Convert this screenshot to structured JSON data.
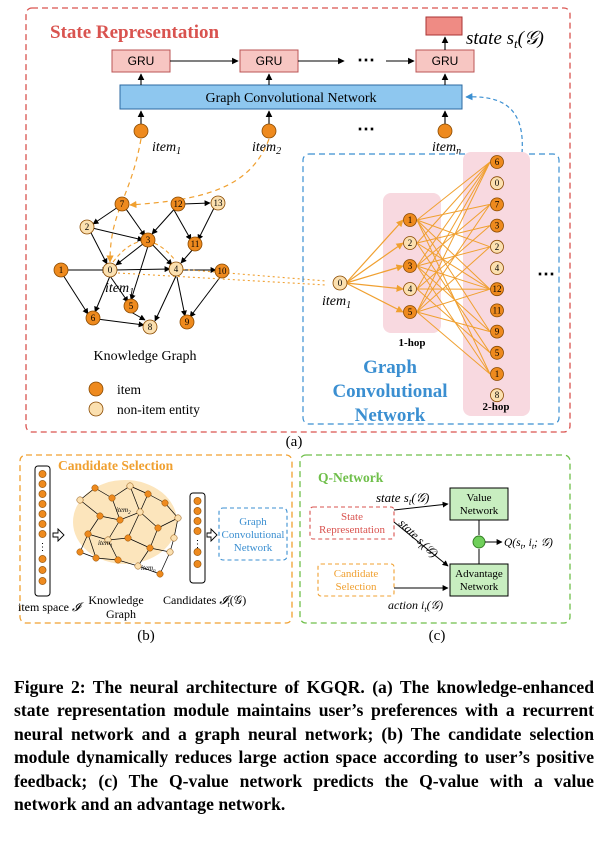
{
  "panel_a": {
    "title": "State Representation",
    "gru_label": "GRU",
    "gcn_label": "Graph Convolutional Network",
    "state_label": "state s",
    "state_sub": "t",
    "state_paren": "(𝒢)",
    "ellipsis": "⋯",
    "item_label": "item",
    "item_sub_1": "1",
    "item_sub_2": "2",
    "item_sub_n": "n",
    "kg_label": "Knowledge Graph",
    "legend_item": "item",
    "legend_entity": "non-item entity",
    "gcn_big_1": "Graph",
    "gcn_big_2": "Convolutional",
    "gcn_big_3": "Network",
    "hop1": "1-hop",
    "hop2": "2-hop",
    "panel_letter": "(a)",
    "kg_nodes": [
      "1",
      "0",
      "2",
      "7",
      "3",
      "5",
      "6",
      "8",
      "12",
      "13",
      "11",
      "4",
      "10",
      "9"
    ],
    "hop1_nodes": [
      "1",
      "2",
      "3",
      "4",
      "5"
    ],
    "hop2_nodes": [
      "6",
      "0",
      "7",
      "3",
      "2",
      "4",
      "12",
      "11",
      "9",
      "5",
      "1",
      "8"
    ]
  },
  "panel_b": {
    "title": "Candidate Selection",
    "item_space": "item space ",
    "item_space_sym": "𝓘",
    "kg_1": "Knowledge",
    "kg_2": "Graph",
    "candidates": "Candidates ",
    "candidates_sym": "𝓘",
    "candidates_sub": "t",
    "candidates_paren": "(𝒢)",
    "gcn_1": "Graph",
    "gcn_2": "Convolutional",
    "gcn_3": "Network",
    "item_1": "item",
    "item_2": "item",
    "item_3": "item",
    "panel_letter": "(b)"
  },
  "panel_c": {
    "title": "Q-Network",
    "state_top": "state s",
    "state_top_sub": "t",
    "state_top_paren": "(𝒢)",
    "state_rep_1": "State",
    "state_rep_2": "Representation",
    "cand_1": "Candidate",
    "cand_2": "Selection",
    "value_1": "Value",
    "value_2": "Network",
    "adv_1": "Advantage",
    "adv_2": "Network",
    "state_diag": "state s",
    "state_diag_sub": "t",
    "state_diag_paren": "(𝒢)",
    "action": "action i",
    "action_sub": "t",
    "action_paren": "(𝒢)",
    "q": "Q(s",
    "q_sub1": "t",
    "q_mid": ", i",
    "q_sub2": "t",
    "q_end": "; 𝒢)",
    "panel_letter": "(c)"
  },
  "caption": "Figure 2: The neural architecture of KGQR. (a) The knowledge-enhanced state representation module maintains user’s preferences with a recurrent neural network and a graph neural network; (b) The candidate selection module dynamically reduces large action space according to user’s positive feedback; (c) The Q-value network predicts the Q-value with a value network and an advantage network.",
  "colors": {
    "red_dash": "#d9534f",
    "orange_dash": "#f0a030",
    "green_dash": "#6fbf4a",
    "blue_dash": "#3b8fd1",
    "gru_fill": "#f7c6c2",
    "gcn_fill": "#8ec7ef",
    "node_item": "#ee8a1e",
    "node_entity": "#fbe0b0",
    "green_fill": "#c8eec0",
    "pink_band": "#f8d9e0"
  }
}
